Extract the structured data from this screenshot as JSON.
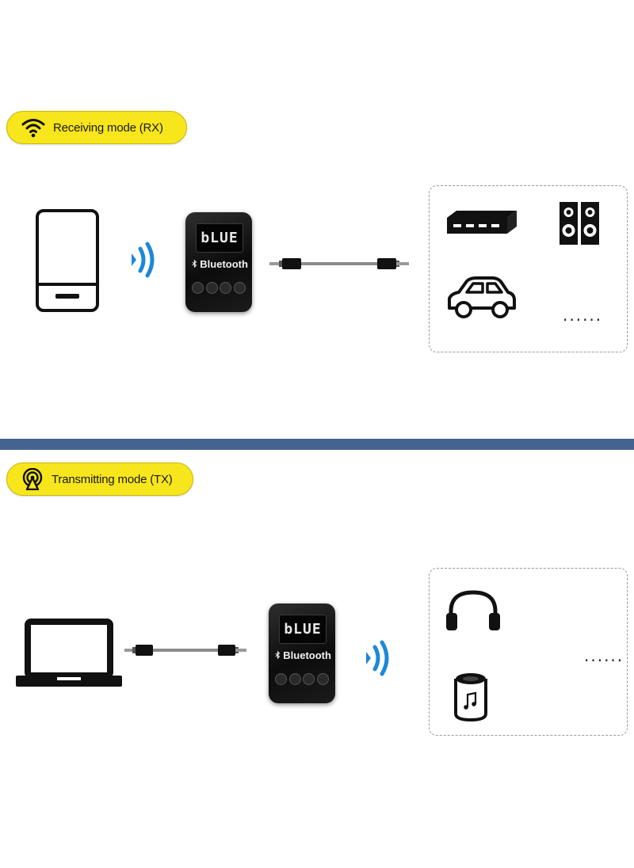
{
  "rx": {
    "label": "Receiving mode (RX)",
    "device_screen": "bLUE",
    "device_brand": "Bluetooth",
    "more": "......"
  },
  "tx": {
    "label": "Transmitting mode (TX)",
    "device_screen": "bLUE",
    "device_brand": "Bluetooth",
    "more": "......"
  },
  "colors": {
    "pill": "#f7e61c",
    "divider": "#44648f",
    "wave": "#1e88d8",
    "icon": "#111111"
  },
  "icons": {
    "rx_mode": "wifi-icon",
    "tx_mode": "broadcast-icon",
    "rx_source": "smartphone-icon",
    "rx_outputs": [
      "amplifier-icon",
      "speakers-icon",
      "car-icon"
    ],
    "tx_source": "laptop-icon",
    "tx_outputs": [
      "headphones-icon",
      "smart-speaker-icon"
    ]
  }
}
